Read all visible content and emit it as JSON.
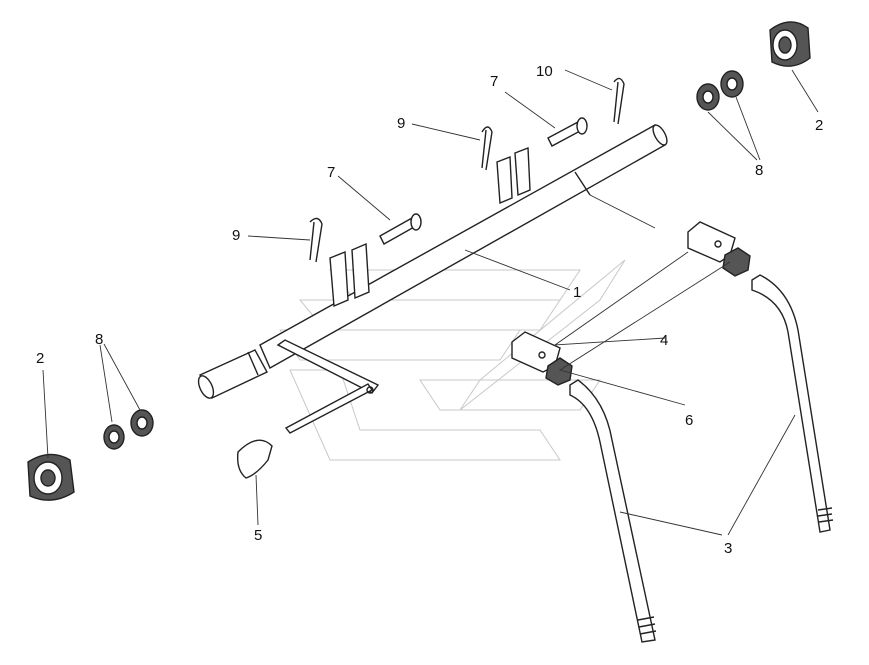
{
  "callouts": [
    {
      "id": "c2r",
      "text": "2"
    },
    {
      "id": "c10",
      "text": "10"
    },
    {
      "id": "c7t",
      "text": "7"
    },
    {
      "id": "c9t",
      "text": "9"
    },
    {
      "id": "c8r",
      "text": "8"
    },
    {
      "id": "c7m",
      "text": "7"
    },
    {
      "id": "c9m",
      "text": "9"
    },
    {
      "id": "c1",
      "text": "1"
    },
    {
      "id": "c4",
      "text": "4"
    },
    {
      "id": "c6",
      "text": "6"
    },
    {
      "id": "c2l",
      "text": "2"
    },
    {
      "id": "c8l",
      "text": "8"
    },
    {
      "id": "c5",
      "text": "5"
    },
    {
      "id": "c3",
      "text": "3"
    }
  ]
}
